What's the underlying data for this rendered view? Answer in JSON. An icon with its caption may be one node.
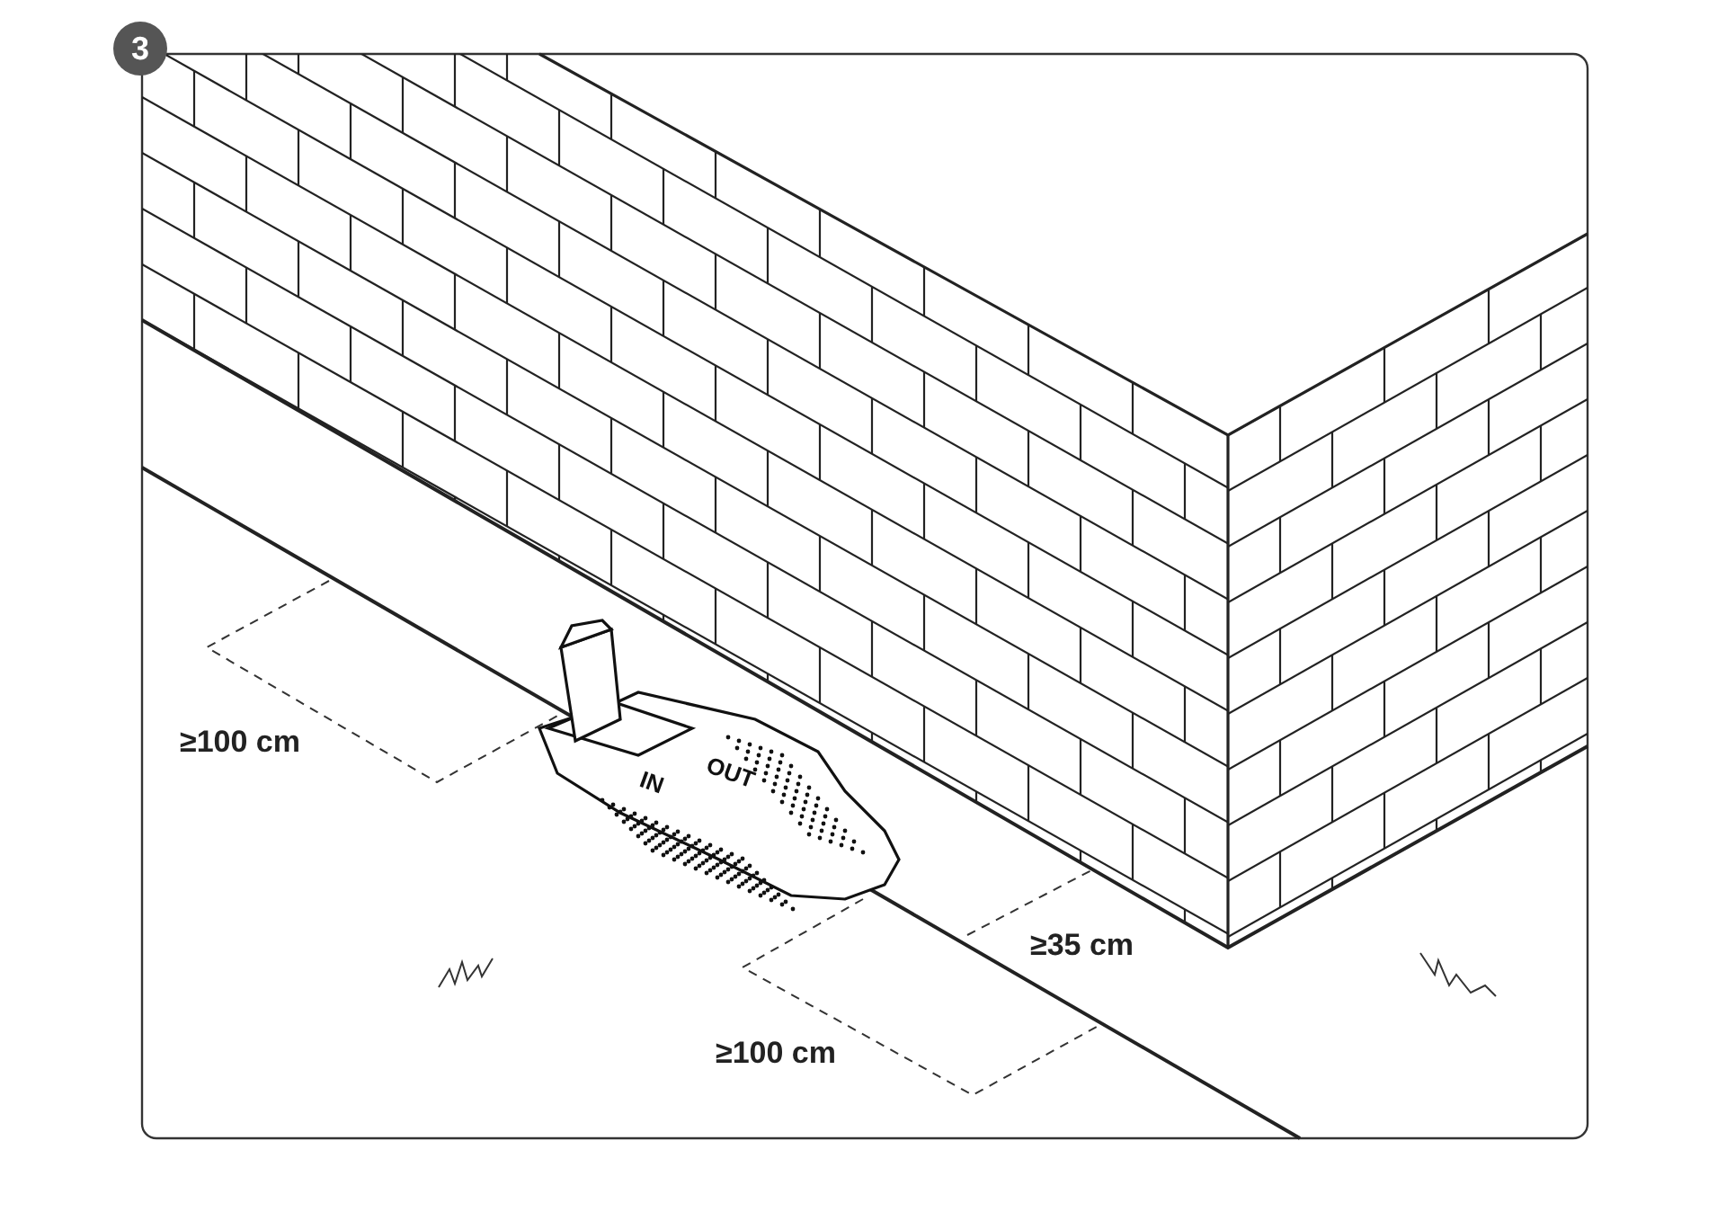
{
  "diagram": {
    "labels": [
      "3",
      "OUT",
      "IN",
      "≥100 cm",
      "≥35 cm",
      "≥100 cm"
    ]
  }
}
